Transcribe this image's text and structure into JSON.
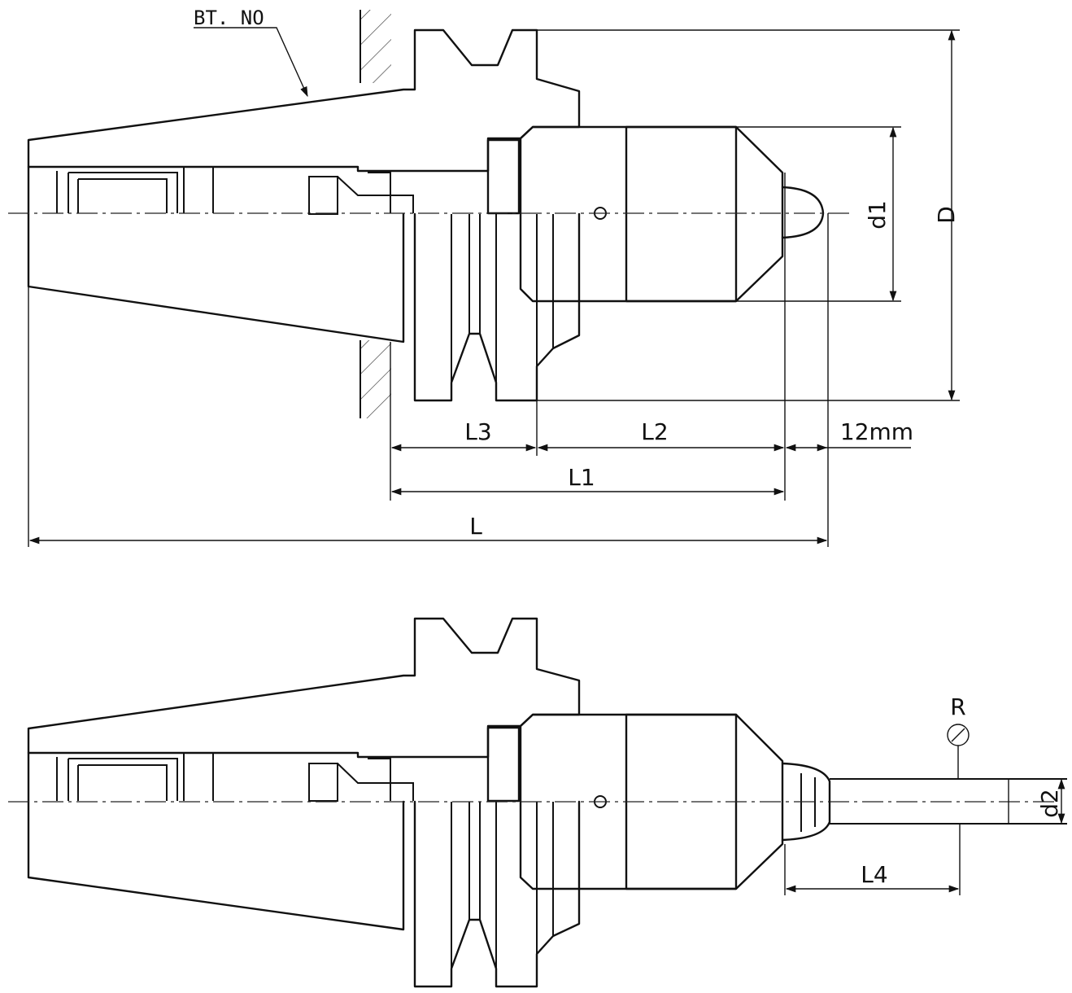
{
  "labels": {
    "bt_no": "BT. NO",
    "D": "D",
    "d1": "d1",
    "L3": "L3",
    "L2": "L2",
    "twelve_mm": "12mm",
    "L1": "L1",
    "L": "L",
    "R": "R",
    "d2": "d2",
    "L4": "L4"
  },
  "colors": {
    "line": "#111111",
    "background": "#ffffff"
  }
}
